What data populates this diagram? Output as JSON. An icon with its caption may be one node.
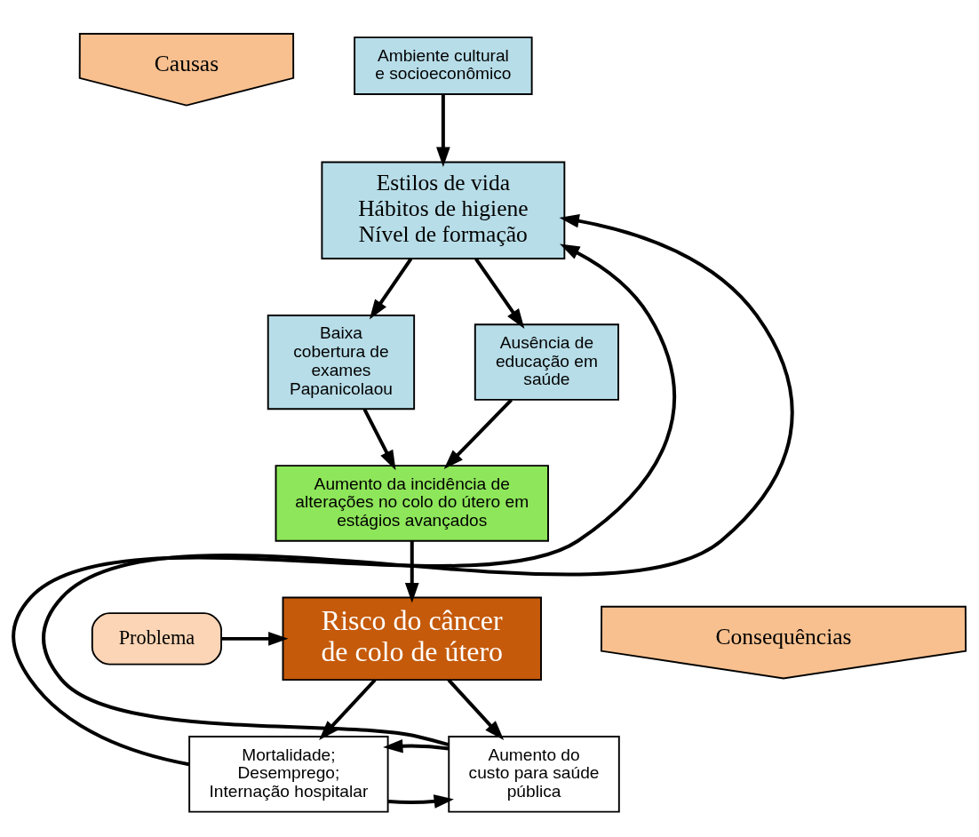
{
  "diagram": {
    "nodes": [
      {
        "text": [
          "Causas"
        ]
      },
      {
        "text": [
          "Ambiente cultural e socioeconômico"
        ]
      },
      {
        "text": [
          "Estilos de vida Hábitos de higiene Nível de formação"
        ]
      },
      {
        "text": [
          "Baixa cobertura de exames Papanicolaou"
        ]
      },
      {
        "text": [
          "Ausência de educação em saúde"
        ]
      },
      {
        "text": [
          "Aumento da incidência de alterações no colo do útero em estágios avançados"
        ]
      },
      {
        "text": [
          "Problema"
        ]
      },
      {
        "text": [
          "Risco do câncer de colo de útero"
        ]
      },
      {
        "text": [
          "Consequências"
        ]
      },
      {
        "text": [
          "Mortalidade; Desemprego; Internação hospitalar"
        ]
      },
      {
        "text": [
          "Aumento do custo para saúde pública"
        ]
      }
    ],
    "edges": [
      {
        "from": 1,
        "to": 2,
        "arrow": "to"
      },
      {
        "from": 2,
        "to": 3,
        "arrow": "to"
      },
      {
        "from": 2,
        "to": 4,
        "arrow": "to"
      },
      {
        "from": 3,
        "to": 5,
        "arrow": "to"
      },
      {
        "from": 4,
        "to": 5,
        "arrow": "to"
      },
      {
        "from": 5,
        "to": 7,
        "arrow": "to"
      },
      {
        "from": 6,
        "to": 7,
        "arrow": "to"
      },
      {
        "from": 7,
        "to": 9,
        "arrow": "to"
      },
      {
        "from": 7,
        "to": 10,
        "arrow": "to"
      },
      {
        "from": 9,
        "to": 10,
        "arrow": "to"
      },
      {
        "from": 10,
        "to": 9,
        "arrow": "to"
      },
      {
        "from": 9,
        "to": 2,
        "arrow": "to"
      },
      {
        "from": 10,
        "to": 2,
        "arrow": "to"
      }
    ]
  }
}
